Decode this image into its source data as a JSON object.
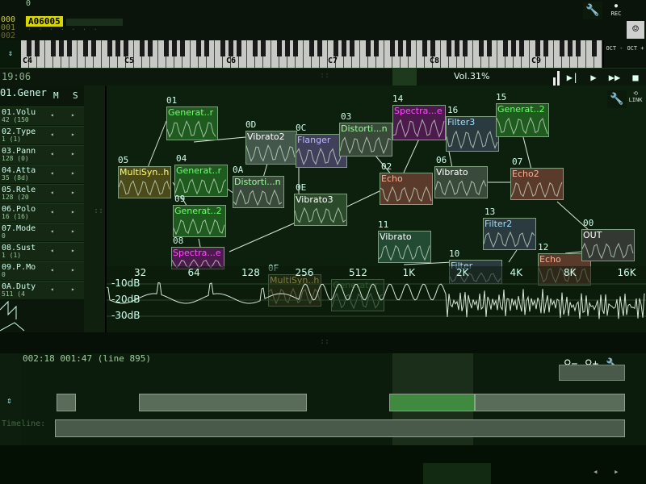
{
  "topbar": {
    "position_top": "0",
    "position_rows": [
      "000",
      "001",
      "002"
    ],
    "song_name": "A06005",
    "rec_label": "REC",
    "oct_down_label": "OCT -",
    "oct_up_label": "OCT +"
  },
  "keyboard": {
    "octave_labels": [
      "C4",
      "C5",
      "C6",
      "C7",
      "C8",
      "C9"
    ]
  },
  "status": {
    "time": "19:06",
    "volume": "Vol.31%",
    "dots": "::"
  },
  "instruments": {
    "header": "01.Gener",
    "mute_label": "M",
    "solo_label": "S",
    "rows": [
      {
        "name": "01.Volu",
        "value": "42 (150"
      },
      {
        "name": "02.Type",
        "value": "1 (1)"
      },
      {
        "name": "03.Pann",
        "value": "128 (0)"
      },
      {
        "name": "04.Atta",
        "value": "35 (8d)"
      },
      {
        "name": "05.Rele",
        "value": "128 (20"
      },
      {
        "name": "06.Polo",
        "value": "16 (16)"
      },
      {
        "name": "07.Mode",
        "value": "0"
      },
      {
        "name": "08.Sust",
        "value": "1 (1)"
      },
      {
        "name": "09.P.Mo",
        "value": "0"
      },
      {
        "name": "0A.Duty",
        "value": "511 (4"
      }
    ]
  },
  "modules": {
    "link_label": "LINK",
    "items": [
      {
        "num": "01",
        "title": "Generat..r",
        "color": "#1f5a1f",
        "text": "#6fff6f"
      },
      {
        "num": "0D",
        "title": "Vibrato2",
        "color": "#43574a",
        "text": "#ffffff"
      },
      {
        "num": "0C",
        "title": "Flanger",
        "color": "#40405a",
        "text": "#b9b9ff"
      },
      {
        "num": "03",
        "title": "Distorti...n",
        "color": "#3a4a3a",
        "text": "#9fff9f"
      },
      {
        "num": "14",
        "title": "Spectra...e",
        "color": "#4c1a4c",
        "text": "#ff4cff"
      },
      {
        "num": "16",
        "title": "Filter3",
        "color": "#2b3a3f",
        "text": "#9fdfff"
      },
      {
        "num": "15",
        "title": "Generat..2",
        "color": "#1f5a1f",
        "text": "#6fff6f"
      },
      {
        "num": "05",
        "title": "MultiSyn..h",
        "color": "#4a4a1a",
        "text": "#ffff6f"
      },
      {
        "num": "04",
        "title": "Generat..r",
        "color": "#1f5a1f",
        "text": "#6fff6f"
      },
      {
        "num": "0A",
        "title": "Distorti...n",
        "color": "#3a4a3a",
        "text": "#9fff9f"
      },
      {
        "num": "0E",
        "title": "Vibrato3",
        "color": "#2a4a2a",
        "text": "#ffffff"
      },
      {
        "num": "02",
        "title": "Echo",
        "color": "#5a3a2a",
        "text": "#ffaf8f"
      },
      {
        "num": "06",
        "title": "Vibrato",
        "color": "#3a4a3a",
        "text": "#ffffff"
      },
      {
        "num": "07",
        "title": "Echo2",
        "color": "#5a3a2a",
        "text": "#ffaf8f"
      },
      {
        "num": "09",
        "title": "Generat..2",
        "color": "#1f5a1f",
        "text": "#6fff6f"
      },
      {
        "num": "08",
        "title": "Spectra...e",
        "color": "#4c1a4c",
        "text": "#ff4cff"
      },
      {
        "num": "0F",
        "title": "MultiSyn..h",
        "color": "#3a3a1a",
        "text": "#ffff6f"
      },
      {
        "num": "13",
        "title": "Filter2",
        "color": "#2b3a3f",
        "text": "#9fdfff"
      },
      {
        "num": "11",
        "title": "Vibrato",
        "color": "#234a33",
        "text": "#ffffff"
      },
      {
        "num": "10",
        "title": "Filter",
        "color": "#2b3a3f",
        "text": "#9fdfff"
      },
      {
        "num": "12",
        "title": "Echo",
        "color": "#5a3a2a",
        "text": "#ffaf8f"
      },
      {
        "num": "00",
        "title": "OUT",
        "color": "#333833",
        "text": "#ffffff"
      },
      {
        "num": "",
        "title": "Generat..r",
        "color": "#1a3a1a",
        "text": "#5f9f5f"
      }
    ]
  },
  "spectrum": {
    "freq_labels": [
      "32",
      "64",
      "128",
      "256",
      "512",
      "1K",
      "2K",
      "4K",
      "8K",
      "16K"
    ],
    "db_labels": [
      "-10dB",
      "-20dB",
      "-30dB"
    ]
  },
  "timeline": {
    "readout": "002:18 001:47 (line 895)",
    "track_label": "Timeline:"
  }
}
